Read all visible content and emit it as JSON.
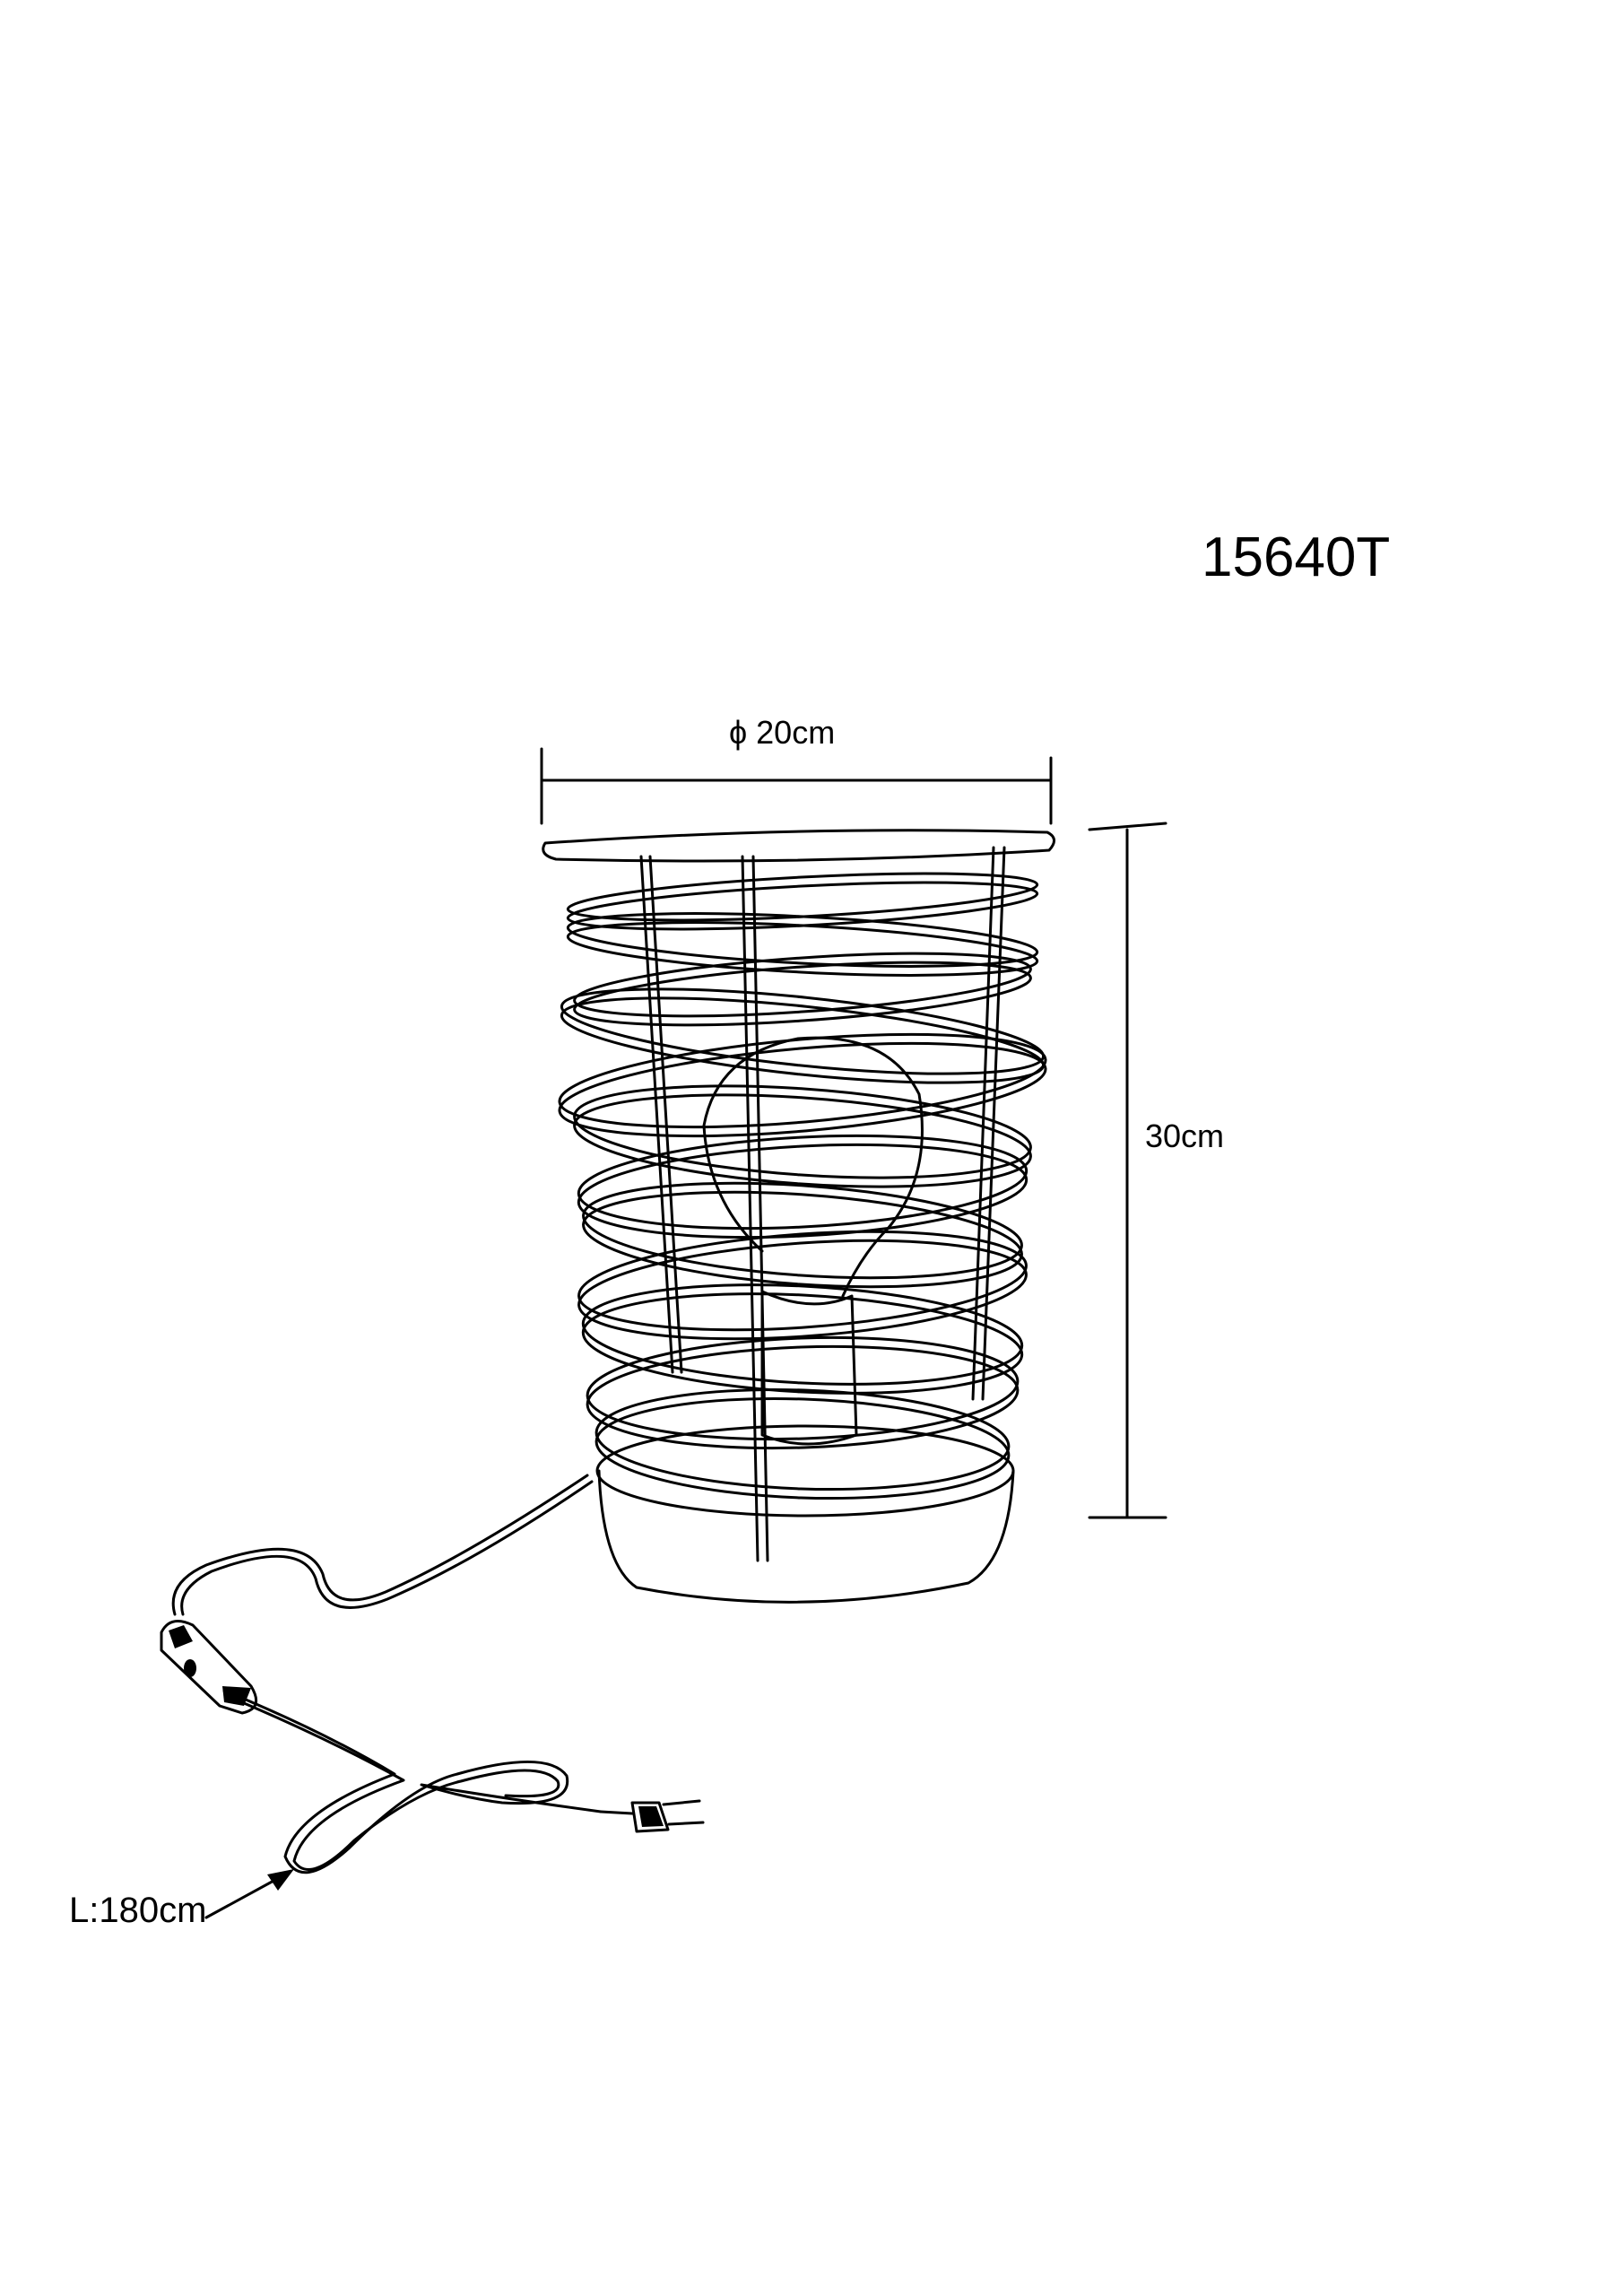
{
  "drawing": {
    "model_number": "15640T",
    "diameter_label": "ϕ 20cm",
    "height_label": "30cm",
    "cord_length_label": "L:180cm"
  },
  "icons": [
    "lamp-cage-drawing",
    "dimension-arrow",
    "inline-switch-icon",
    "plug-icon"
  ]
}
